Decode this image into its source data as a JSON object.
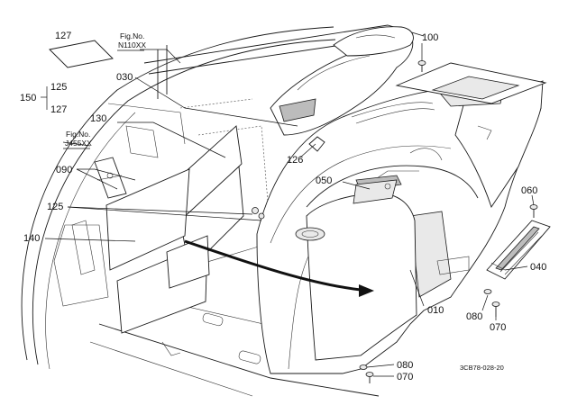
{
  "callouts": {
    "c127": "127",
    "c150": "150",
    "c125a": "125",
    "c127b": "127",
    "fig_n110": "Fig.No.",
    "fig_n110_code": "N110XX",
    "fig_j455": "Fig.No.",
    "fig_j455_code": "J455XX",
    "c030": "030",
    "c130": "130",
    "c090": "090",
    "c125b": "125",
    "c140": "140",
    "c100": "100",
    "c126": "126",
    "c050": "050",
    "c060": "060",
    "c040": "040",
    "c010": "010",
    "c080a": "080",
    "c070a": "070",
    "c080b": "080",
    "c070b": "070"
  },
  "drawing_code": "3CB78-028-20"
}
